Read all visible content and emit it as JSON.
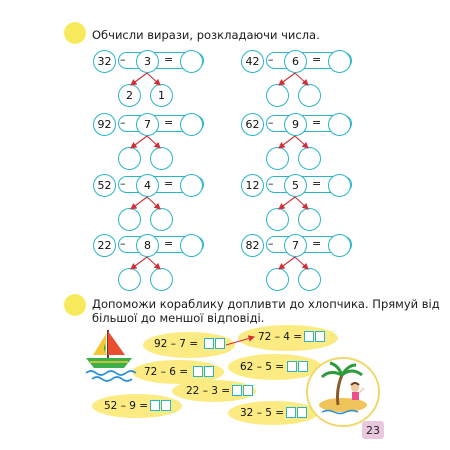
{
  "task1": {
    "title": "Обчисли вирази, розкладаючи числа.",
    "minus": "–",
    "equals": "=",
    "problems": [
      {
        "a": "32",
        "b": "3",
        "parts": [
          "2",
          "1"
        ]
      },
      {
        "a": "42",
        "b": "6",
        "parts": [
          "",
          ""
        ]
      },
      {
        "a": "92",
        "b": "7",
        "parts": [
          "",
          ""
        ]
      },
      {
        "a": "62",
        "b": "9",
        "parts": [
          "",
          ""
        ]
      },
      {
        "a": "52",
        "b": "4",
        "parts": [
          "",
          ""
        ]
      },
      {
        "a": "12",
        "b": "5",
        "parts": [
          "",
          ""
        ]
      },
      {
        "a": "22",
        "b": "8",
        "parts": [
          "",
          ""
        ]
      },
      {
        "a": "82",
        "b": "7",
        "parts": [
          "",
          ""
        ]
      }
    ]
  },
  "task2": {
    "title_line1": "Допоможи кораблику допливти до хлопчика. Прямуй від",
    "title_line2": "більшої до меншої відповіді.",
    "expressions": [
      "92 – 7 =",
      "72 – 4 =",
      "72 – 6 =",
      "62 – 5 =",
      "22 – 3 =",
      "52 – 9 =",
      "32 – 5 ="
    ]
  },
  "page_number": "23",
  "colors": {
    "accent": "#2cb5c8",
    "bullet": "#f6ea5c",
    "island": "#fbeb82",
    "arrow": "#d0303a",
    "page_tab": "#e9c7dd"
  }
}
